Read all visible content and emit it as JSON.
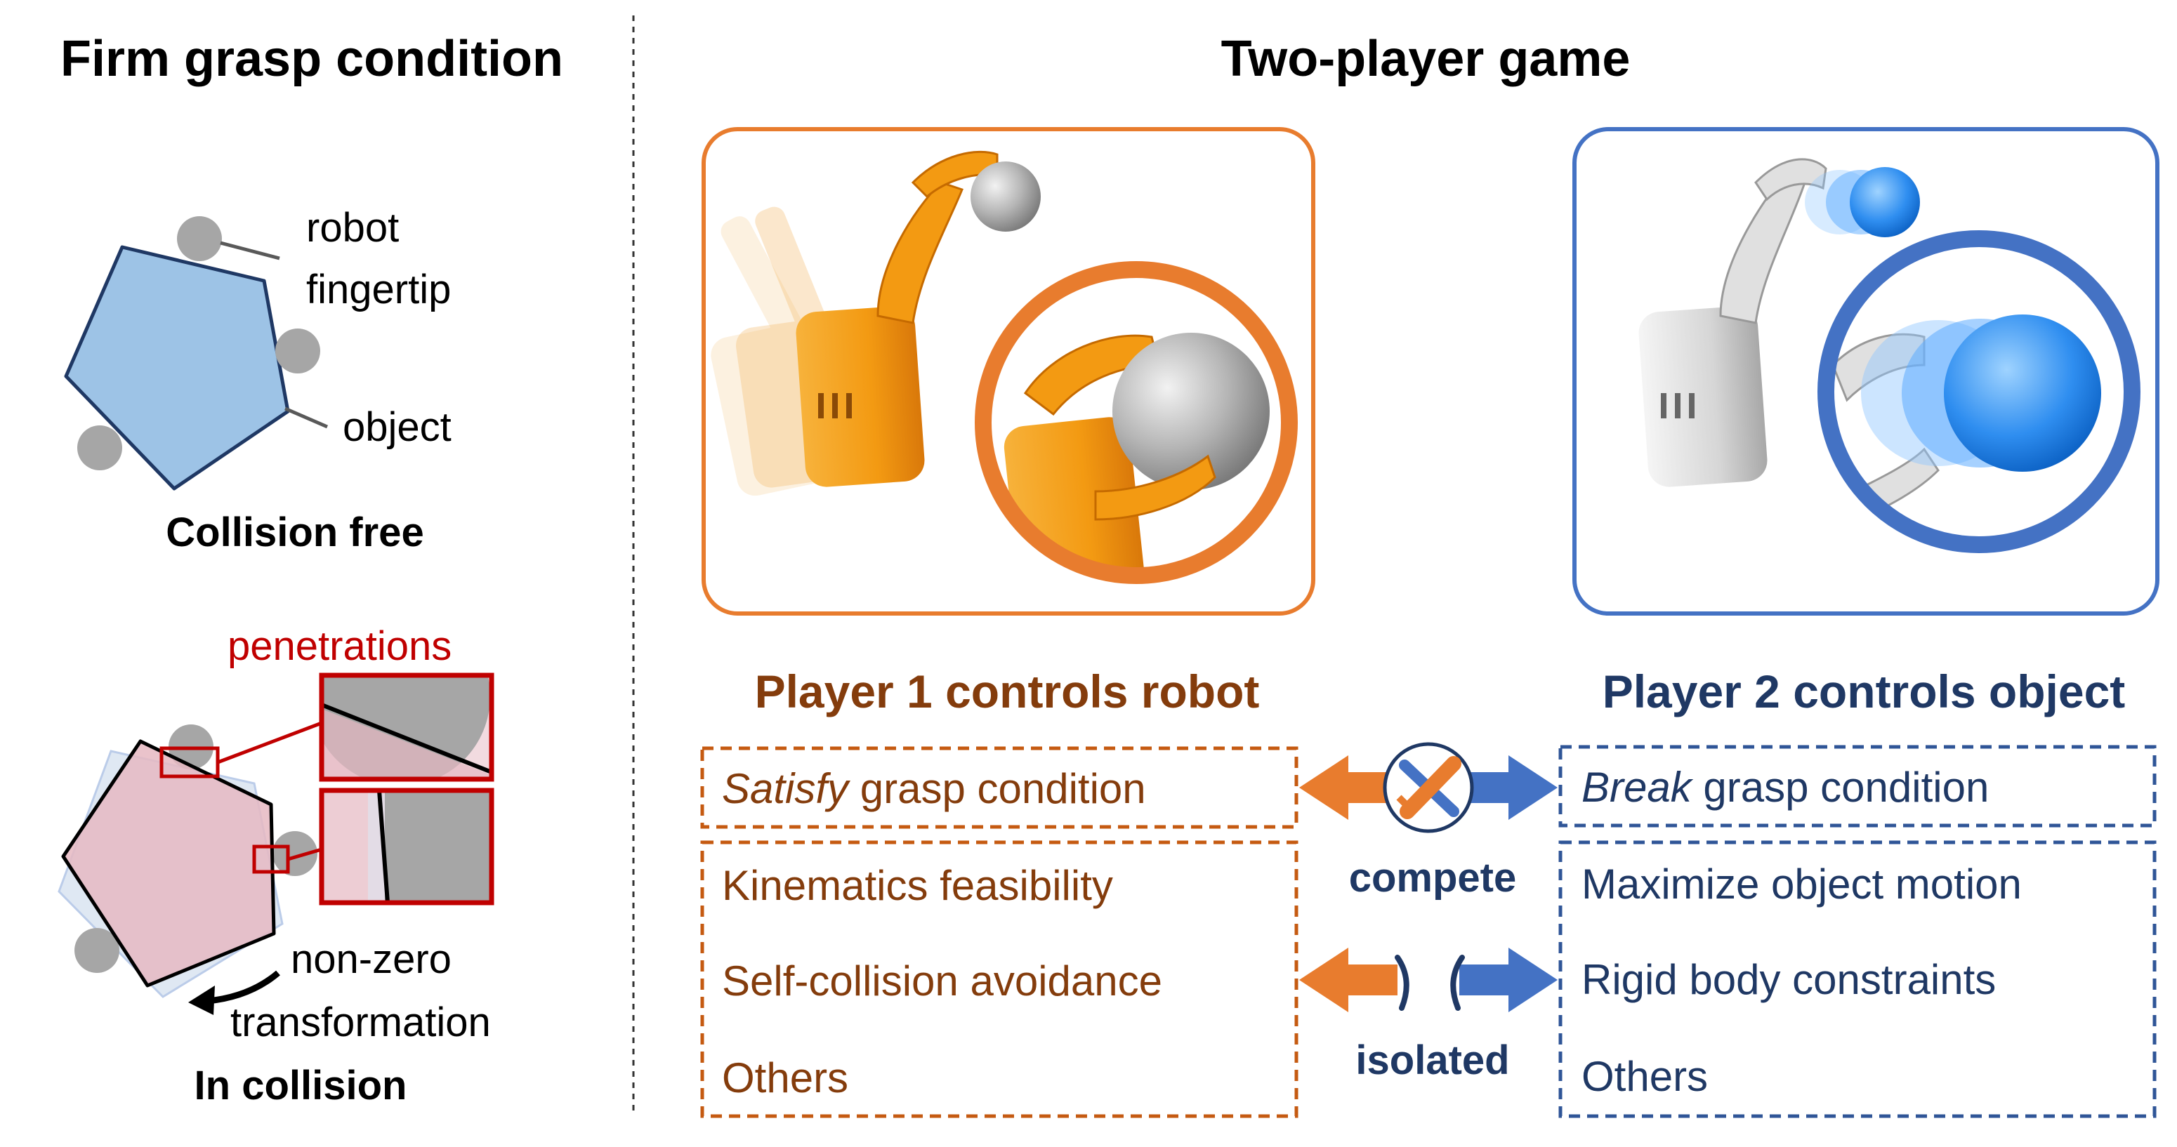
{
  "left_panel": {
    "title": "Firm grasp condition",
    "labels": {
      "robot": "robot",
      "fingertip": "fingertip",
      "object": "object",
      "collision_free": "Collision free",
      "penetrations": "penetrations",
      "non_zero": "non-zero",
      "transformation": "transformation",
      "in_collision": "In collision"
    }
  },
  "right_panel": {
    "title": "Two-player game",
    "player1": {
      "heading": "Player 1 controls robot",
      "goal_italic": "Satisfy",
      "goal_rest": " grasp condition",
      "constraints": [
        "Kinematics feasibility",
        "Self-collision avoidance",
        "Others"
      ]
    },
    "player2": {
      "heading": "Player 2 controls object",
      "goal_italic": "Break",
      "goal_rest": " grasp condition",
      "constraints": [
        "Maximize object motion",
        "Rigid body constraints",
        "Others"
      ]
    },
    "relations": {
      "compete": "compete",
      "isolated": "isolated"
    }
  },
  "colors": {
    "orange": "#E87C2E",
    "orange_text": "#8B4513",
    "blue": "#4472C4",
    "navy_text": "#1F3864",
    "red": "#C00000",
    "hex_blue": "#9DC3E6",
    "hex_pink": "#E6B8C2",
    "gray_ball": "#A6A6A6"
  },
  "icons": [
    "crossed-swords-icon",
    "isolation-brackets-icon",
    "robot-hand-illustration",
    "sphere-illustration"
  ]
}
